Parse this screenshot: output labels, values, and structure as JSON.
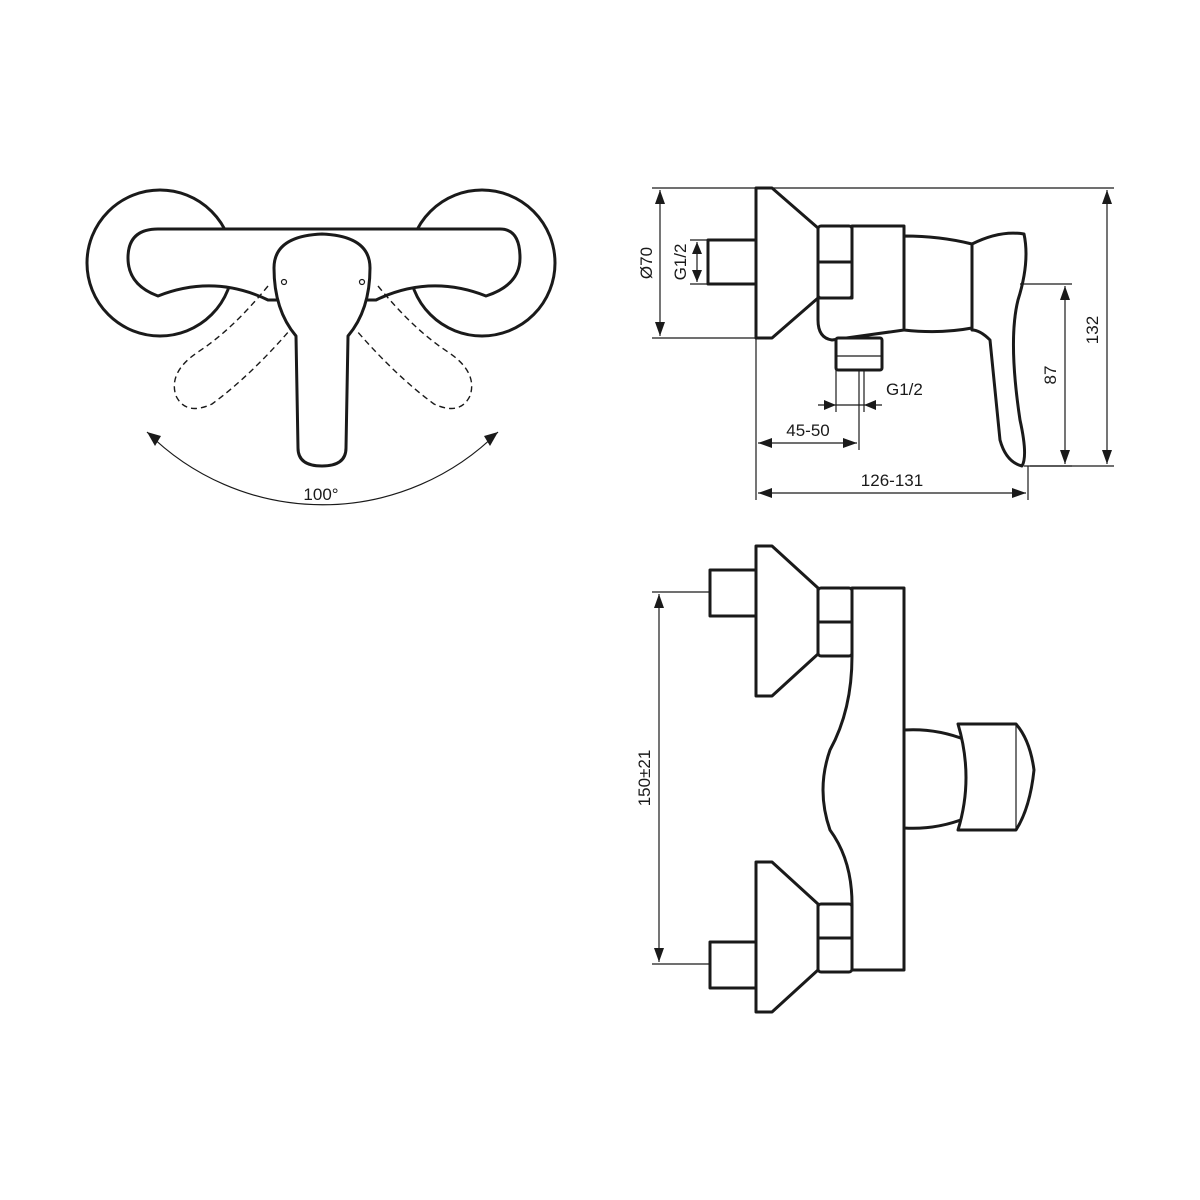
{
  "views": {
    "top_view": {
      "swivel_angle": "100°"
    },
    "side_view": {
      "flange_diameter": "Ø70",
      "inlet_thread": "G1/2",
      "outlet_thread": "G1/2",
      "wall_to_outlet_axis": "45-50",
      "total_projection": "126-131",
      "handle_height": "87",
      "total_height": "132"
    },
    "front_view": {
      "inlet_centres": "150±21"
    }
  }
}
